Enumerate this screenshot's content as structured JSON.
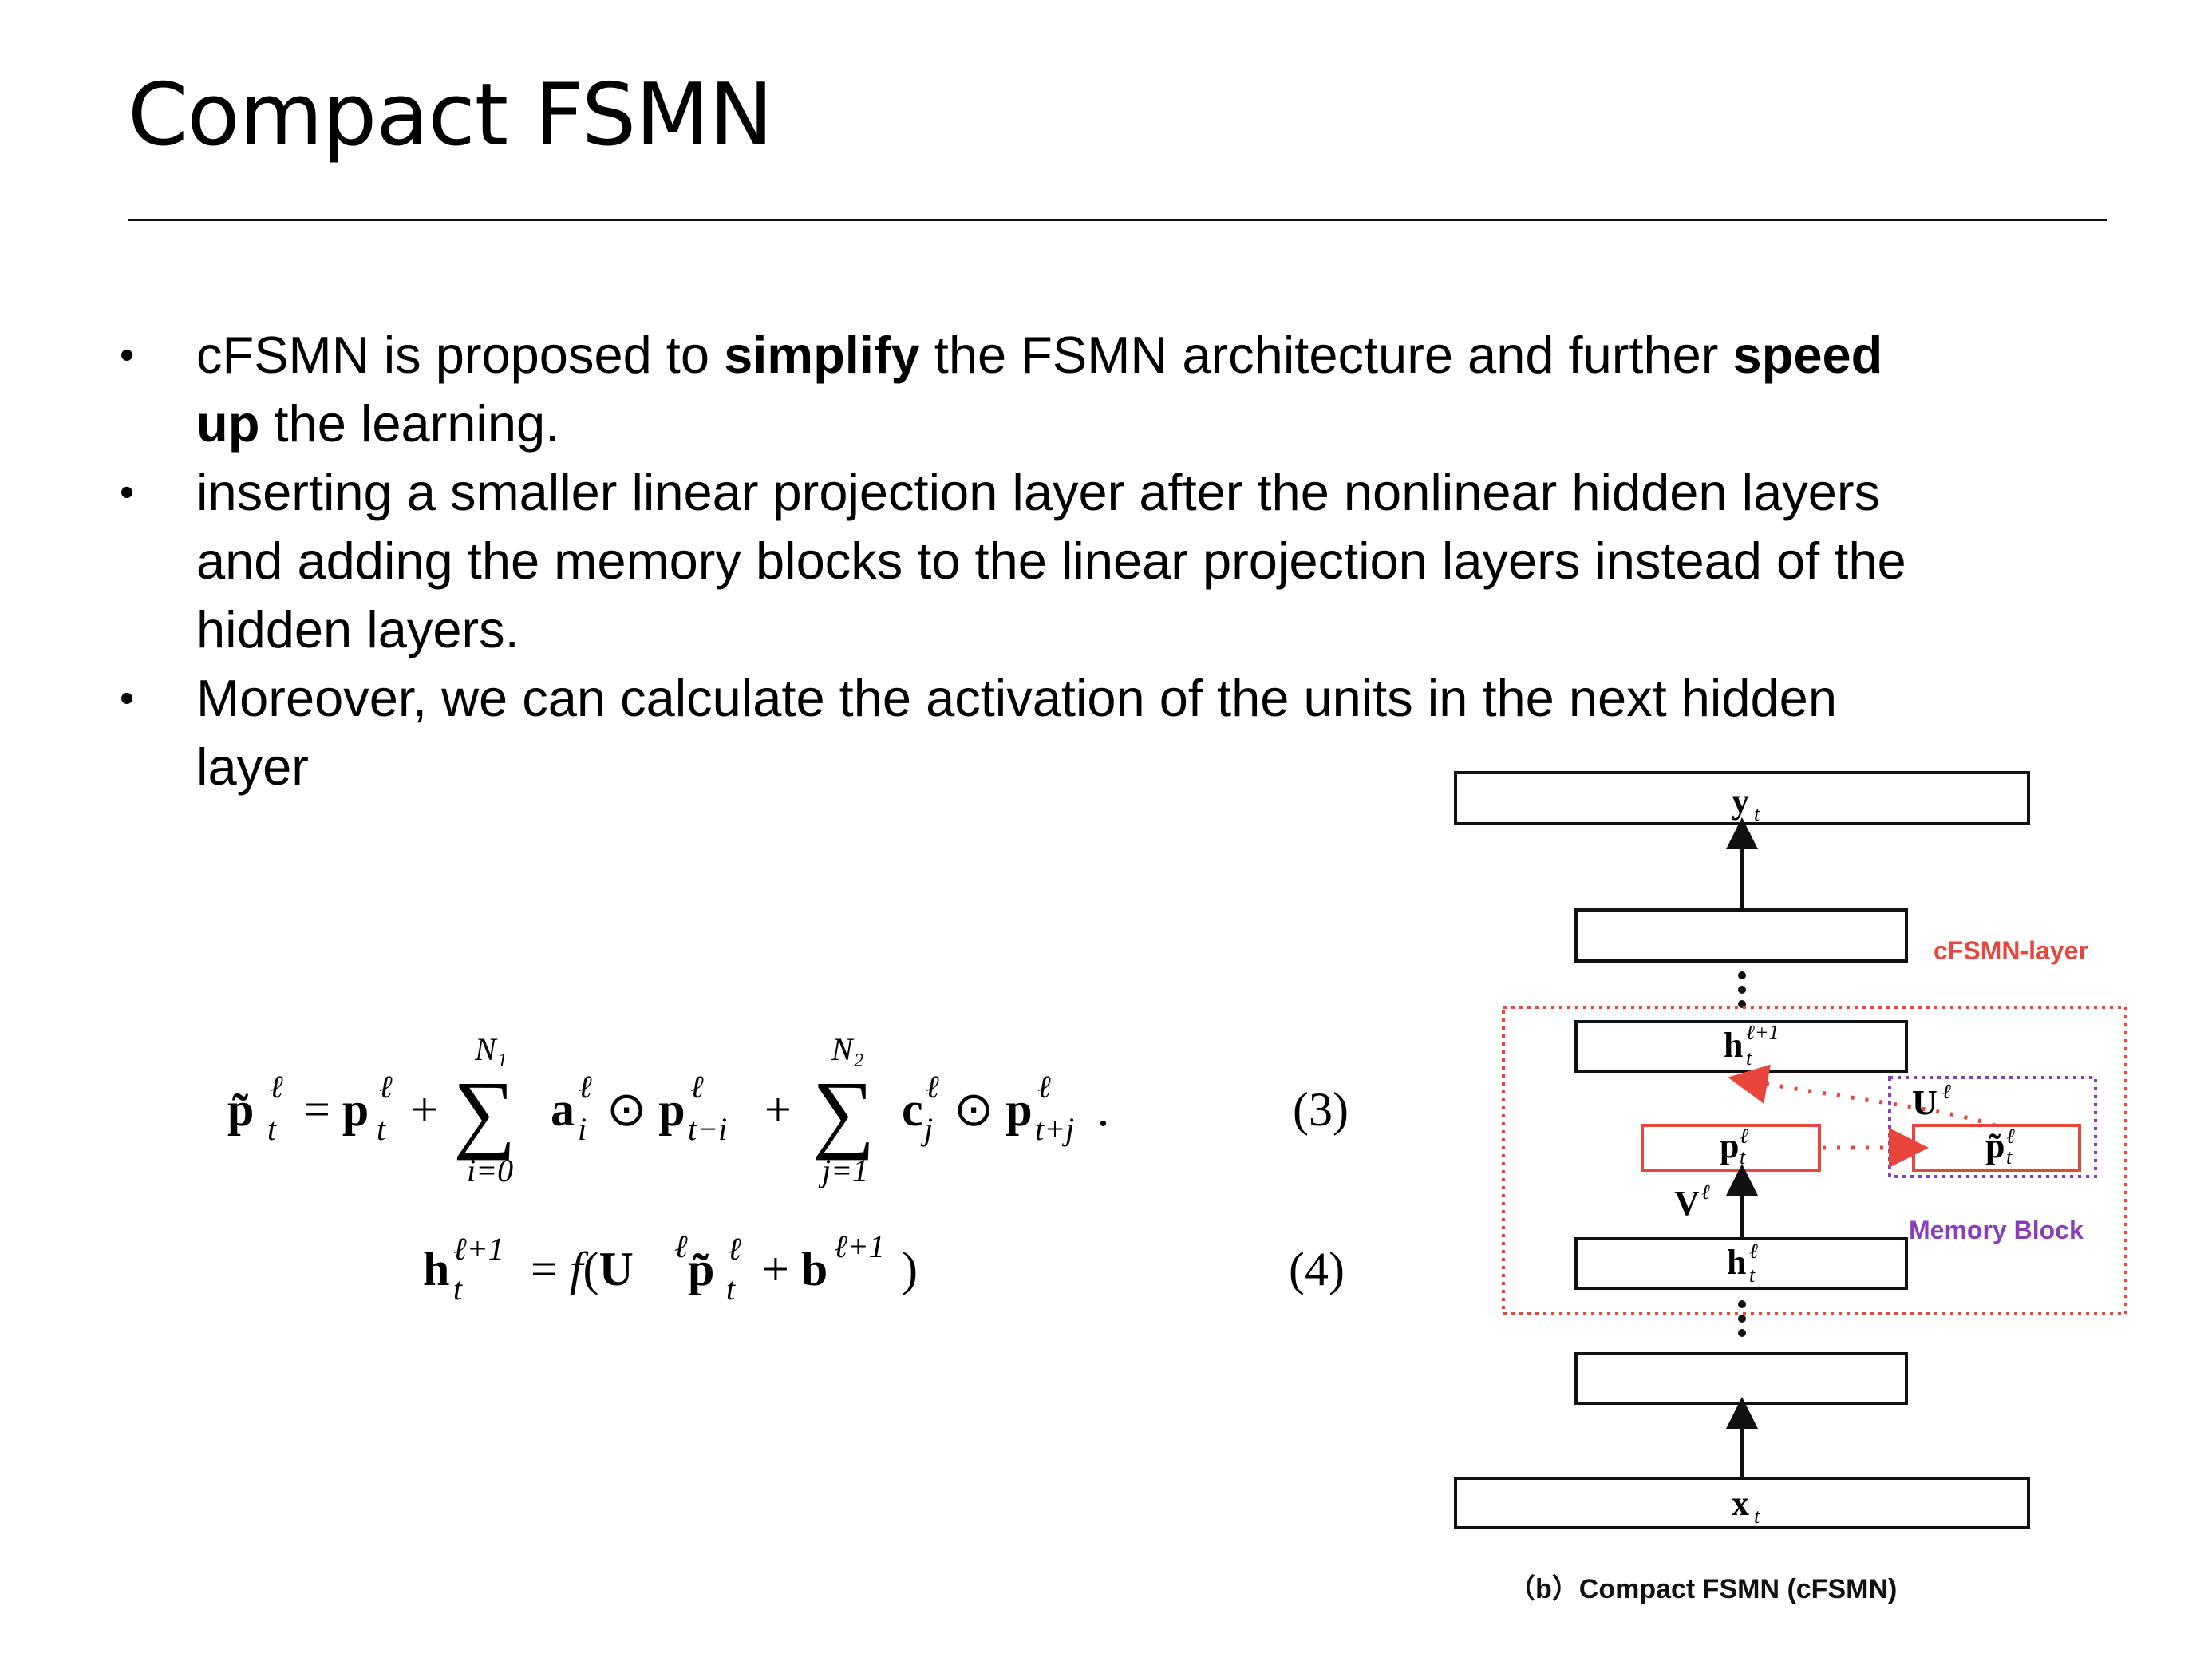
{
  "slide": {
    "title": "Compact FSMN"
  },
  "bullets": [
    {
      "marker": "•",
      "runs": [
        {
          "text": "cFSMN is proposed to ",
          "bold": false
        },
        {
          "text": "simplify",
          "bold": true
        },
        {
          "text": " the FSMN architecture and further ",
          "bold": false
        },
        {
          "text": "speed",
          "bold": true
        },
        {
          "text": "\n",
          "bold": false
        },
        {
          "text": "up",
          "bold": true
        },
        {
          "text": " the learning.",
          "bold": false
        }
      ]
    },
    {
      "marker": "•",
      "runs": [
        {
          "text": "inserting a smaller linear projection layer after the nonlinear hidden layers\nand adding the memory blocks to the linear projection layers instead of the\nhidden layers.",
          "bold": false
        }
      ]
    },
    {
      "marker": "•",
      "runs": [
        {
          "text": "Moreover, we can calculate the activation of the units in the next hidden\nlayer",
          "bold": false
        }
      ]
    }
  ],
  "equations": {
    "eq3_number": "(3)",
    "eq4_number": "(4)",
    "eq3_upper_limit_1": "N₁",
    "eq3_lower_limit_1": "i=0",
    "eq3_upper_limit_2": "N₂",
    "eq3_lower_limit_2": "j=1"
  },
  "figure": {
    "caption": "（b）Compact FSMN (cFSMN)",
    "cfsmn_layer_label": "cFSMN-layer",
    "memory_block_label": "Memory  Block",
    "node_output": "y",
    "node_input": "x",
    "node_h_next": "h",
    "node_h": "h",
    "node_p": "p",
    "node_p_tilde": "p̃",
    "weight_v": "V",
    "weight_u": "U",
    "colors": {
      "red": "#e8453c",
      "purple": "#8a3fb8",
      "black": "#111111"
    }
  }
}
